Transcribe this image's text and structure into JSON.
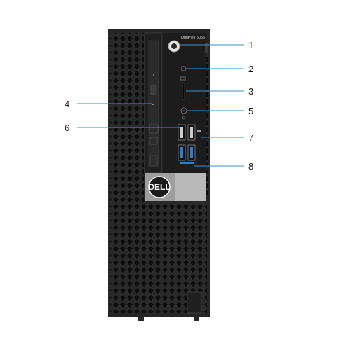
{
  "product": {
    "model_label": "OptiPlex 5055",
    "brand": "DELL"
  },
  "callouts": [
    "1",
    "2",
    "3",
    "4",
    "5",
    "6",
    "7",
    "8"
  ],
  "colors": {
    "chassis": "#2a2a2a",
    "grille_hole": "#0d0d0d",
    "bezel_silver": "#b9b9b9",
    "usb3_blue": "#2a7fd4",
    "leader_line": "#3f8fc4"
  },
  "icons": [
    "power-button-icon",
    "hdd-activity-icon",
    "sd-card-icon",
    "headset-icon",
    "usb2-icon",
    "usb3-icon"
  ]
}
